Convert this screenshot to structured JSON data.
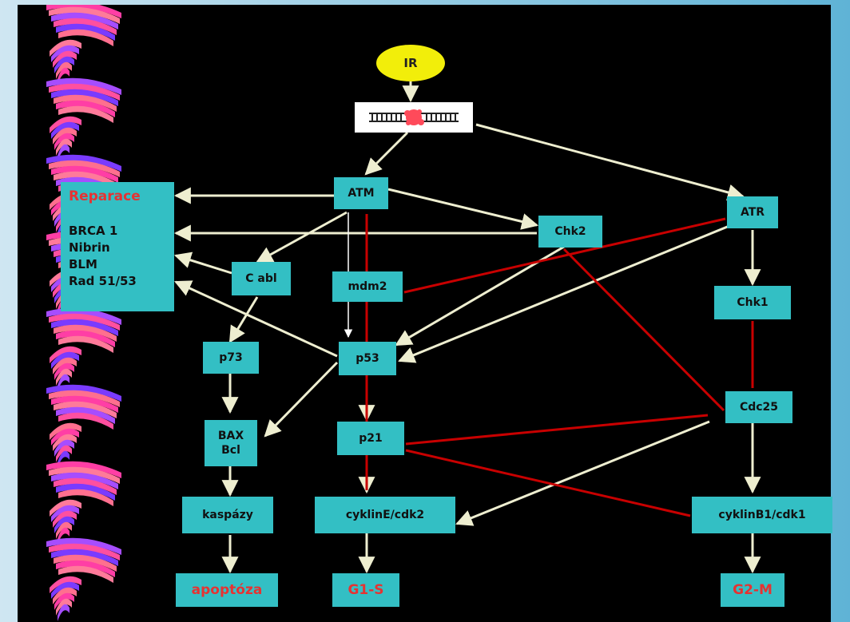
{
  "ir_label": "IR",
  "nodes": {
    "reparace": {
      "title": "Reparace",
      "lines": [
        "BRCA 1",
        "Nibrin",
        "BLM",
        "Rad 51/53"
      ]
    },
    "atm": "ATM",
    "chk2": "Chk2",
    "atr": "ATR",
    "c_abl": "C abl",
    "mdm2": "mdm2",
    "chk1": "Chk1",
    "p73": "p73",
    "p53": "p53",
    "bax": [
      "BAX",
      "Bcl"
    ],
    "p21": "p21",
    "cdc25": "Cdc25",
    "kaspazy": "kaspázy",
    "cyklin_e": "cyklinE/cdk2",
    "cyklin_b1": "cyklinB1/cdk1",
    "apoptoza": "apoptóza",
    "g1s": "G1-S",
    "g2m": "G2-M"
  },
  "colors": {
    "node": "#33bfc4",
    "activation_arrow": "#eeeed0",
    "inhibition_line": "#c80000",
    "outcome_text": "#e63232",
    "ir": "#f2ee0a"
  }
}
